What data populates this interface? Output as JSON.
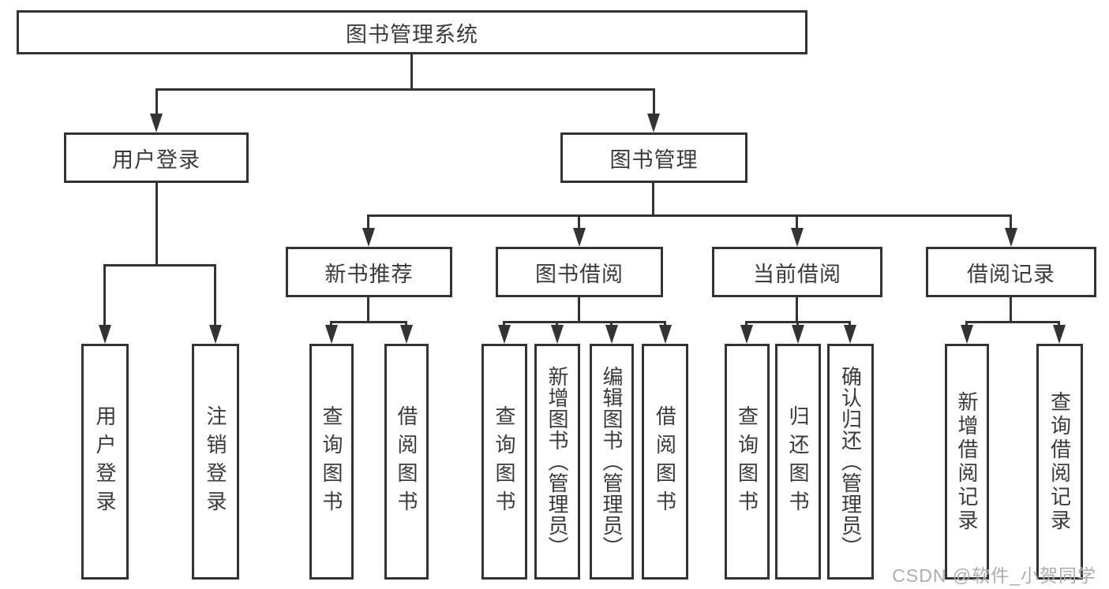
{
  "tree": {
    "label": "图书管理系统",
    "children": [
      {
        "label": "用户登录",
        "children": [
          {
            "label": "用户登录"
          },
          {
            "label": "注销登录"
          }
        ]
      },
      {
        "label": "图书管理",
        "children": [
          {
            "label": "新书推荐",
            "children": [
              {
                "label": "查询图书"
              },
              {
                "label": "借阅图书"
              }
            ]
          },
          {
            "label": "图书借阅",
            "children": [
              {
                "label": "查询图书"
              },
              {
                "label": "新增图书（管理员）"
              },
              {
                "label": "编辑图书（管理员）"
              },
              {
                "label": "借阅图书"
              }
            ]
          },
          {
            "label": "当前借阅",
            "children": [
              {
                "label": "查询图书"
              },
              {
                "label": "归还图书"
              },
              {
                "label": "确认归还（管理员）"
              }
            ]
          },
          {
            "label": "借阅记录",
            "children": [
              {
                "label": "新增借阅记录"
              },
              {
                "label": "查询借阅记录"
              }
            ]
          }
        ]
      }
    ]
  },
  "watermark": "CSDN @软件_小贺同学",
  "colors": {
    "line": "#333333",
    "text": "#3a3a3a",
    "watermark": "#adadad",
    "background": "#ffffff"
  }
}
